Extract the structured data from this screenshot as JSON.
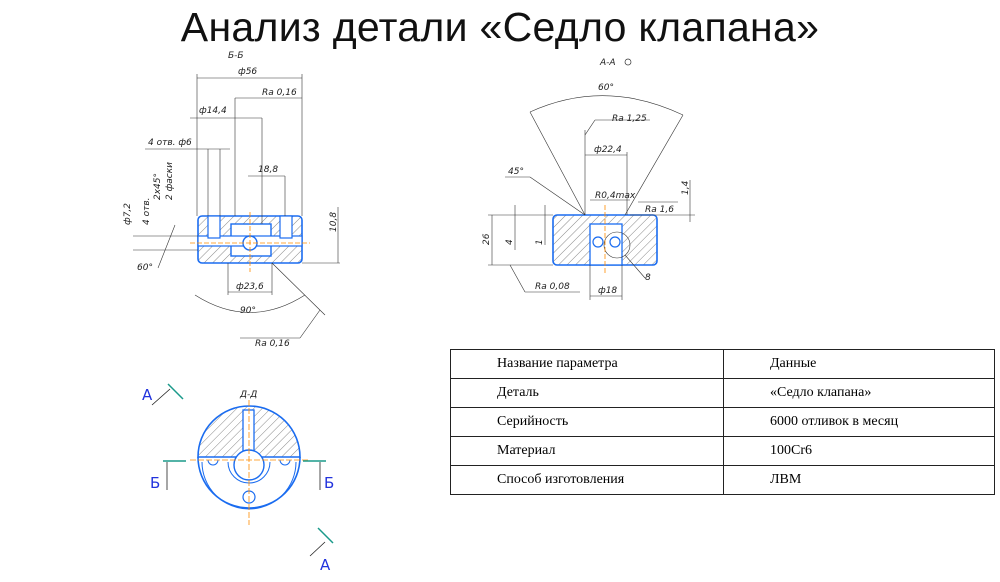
{
  "title": "Анализ детали «Седло клапана»",
  "drawings": {
    "section_bb": {
      "label": "Б-Б",
      "dims": [
        "ф56",
        "Ra 0,16",
        "ф14,4",
        "4 отв. ф6",
        "18,8",
        "2 фаски",
        "2х45°",
        "4 отв.",
        "ф7,2",
        "10,8",
        "60°",
        "ф23,6",
        "90°",
        "Ra 0,16"
      ]
    },
    "section_aa": {
      "label": "А-А",
      "dims": [
        "60°",
        "Ra 1,25",
        "ф22,4",
        "45°",
        "R0,4max",
        "Ra 1,6",
        "1,4",
        "26",
        "4",
        "1",
        "Ra 0,08",
        "ф18",
        "8"
      ]
    },
    "section_dd": {
      "label": "Д-Д",
      "cut_labels": [
        "А",
        "Б",
        "Б",
        "А"
      ]
    },
    "colors": {
      "outline": "#1a6cf0",
      "axis": "#ff8c00",
      "cut": "#1a9a8a",
      "label": "#2233dd"
    }
  },
  "table": {
    "header": [
      "Название параметра",
      "Данные"
    ],
    "rows": [
      [
        "Деталь",
        "«Седло клапана»"
      ],
      [
        "Серийность",
        "6000 отливок в месяц"
      ],
      [
        "Материал",
        "100Cr6"
      ],
      [
        "Способ изготовления",
        "ЛВМ"
      ]
    ]
  }
}
